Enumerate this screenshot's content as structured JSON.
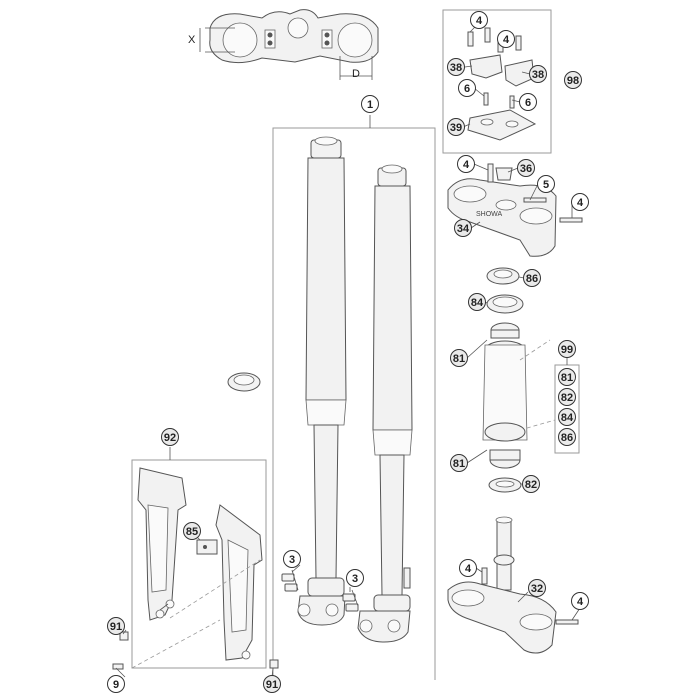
{
  "diagram": {
    "dimension_labels": {
      "x": "X",
      "d": "D"
    },
    "callouts": {
      "c1": "1",
      "c3a": "3",
      "c3b": "3",
      "c4a": "4",
      "c4b": "4",
      "c4c": "4",
      "c4d": "4",
      "c4e": "4",
      "c4f": "4",
      "c5": "5",
      "c6a": "6",
      "c6b": "6",
      "c9": "9",
      "c32": "32",
      "c34": "34",
      "c36": "36",
      "c38a": "38",
      "c38b": "38",
      "c39": "39",
      "c81a": "81",
      "c81b": "81",
      "c82": "82",
      "c84": "84",
      "c85": "85",
      "c86": "86",
      "c91a": "91",
      "c91b": "91",
      "c92": "92",
      "c98": "98",
      "c99": "99",
      "kit81": "81",
      "kit82": "82",
      "kit84": "84",
      "kit86": "86"
    },
    "fork_brand_text": "SHOWA"
  }
}
